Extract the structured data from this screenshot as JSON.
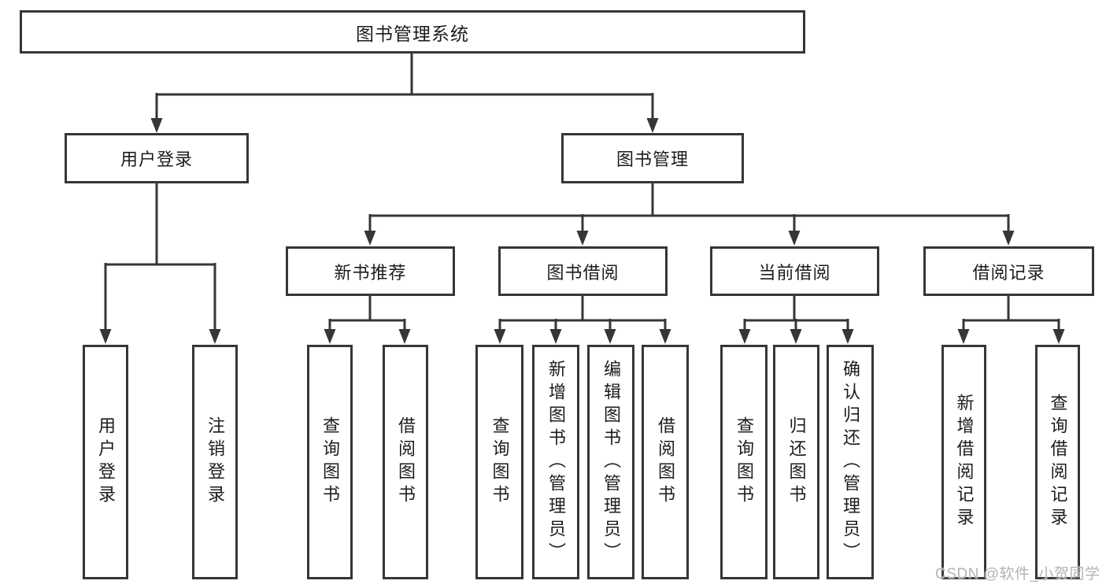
{
  "colors": {
    "line": "#363636",
    "border": "#363636",
    "text": "#1c1c1c",
    "background": "#ffffff",
    "watermark_text_color": "#b3b3b3"
  },
  "diagram": {
    "root": {
      "label": "图书管理系统"
    },
    "branches": [
      {
        "label": "用户登录",
        "children": [
          {
            "label": "用户登录"
          },
          {
            "label": "注销登录"
          }
        ]
      },
      {
        "label": "图书管理",
        "children": [
          {
            "label": "新书推荐",
            "children": [
              {
                "label": "查询图书"
              },
              {
                "label": "借阅图书"
              }
            ]
          },
          {
            "label": "图书借阅",
            "children": [
              {
                "label": "查询图书"
              },
              {
                "label": "新增图书（管理员）"
              },
              {
                "label": "编辑图书（管理员）"
              },
              {
                "label": "借阅图书"
              }
            ]
          },
          {
            "label": "当前借阅",
            "children": [
              {
                "label": "查询图书"
              },
              {
                "label": "归还图书"
              },
              {
                "label": "确认归还（管理员）"
              }
            ]
          },
          {
            "label": "借阅记录",
            "children": [
              {
                "label": "新增借阅记录"
              },
              {
                "label": "查询借阅记录"
              }
            ]
          }
        ]
      }
    ]
  },
  "watermark": {
    "text": "CSDN @软件_小贺同学"
  }
}
